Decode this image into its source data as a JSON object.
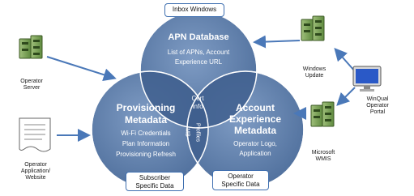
{
  "colors": {
    "circle_fill": "#5879a6",
    "circle_light": "#7f9cc4",
    "overlap": "#3f5f8e",
    "box_border": "#3f6fb0",
    "arrow": "#4a78b8"
  },
  "circles": {
    "apn": {
      "title": "APN Database",
      "line1": "List of APNs, Account",
      "line2": "Experience URL"
    },
    "provisioning": {
      "title1": "Provisioning",
      "title2": "Metadata",
      "line1": "Wi-Fi Credentials",
      "line2": "Plan Information",
      "line3": "Provisioning Refresh"
    },
    "account": {
      "title1": "Account",
      "title2": "Experience",
      "title3": "Metadata",
      "line1": "Operator Logo,",
      "line2": "Application"
    }
  },
  "overlaps": {
    "cert_line1": "Cert",
    "cert_line2": "Info",
    "mb_line1": "MB",
    "mb_line2": "Profiles"
  },
  "boxes": {
    "inbox": "Inbox Windows",
    "subscriber_line1": "Subscriber",
    "subscriber_line2": "Specific Data",
    "operator_line1": "Operator",
    "operator_line2": "Specific Data"
  },
  "nodes": {
    "operator_server_line1": "Operator",
    "operator_server_line2": "Server",
    "operator_app_line1": "Operator",
    "operator_app_line2": "Application/",
    "operator_app_line3": "Website",
    "windows_update_line1": "Windows",
    "windows_update_line2": "Update",
    "winqual_line1": "WinQual",
    "winqual_line2": "Operator",
    "winqual_line3": "Portal",
    "wmis_line1": "Microsoft",
    "wmis_line2": "WMIS"
  },
  "icons": [
    "server-icon",
    "document-icon",
    "monitor-icon"
  ]
}
